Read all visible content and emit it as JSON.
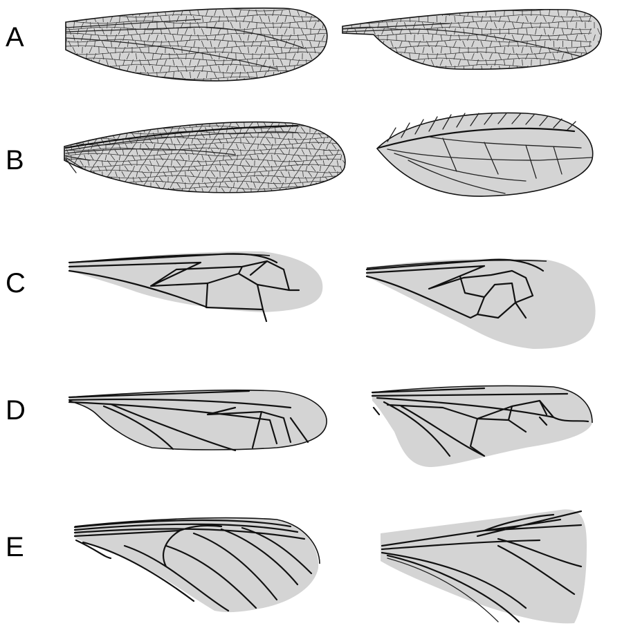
{
  "figure": {
    "rows": [
      {
        "label": "A"
      },
      {
        "label": "B"
      },
      {
        "label": "C"
      },
      {
        "label": "D"
      },
      {
        "label": "E"
      }
    ]
  }
}
